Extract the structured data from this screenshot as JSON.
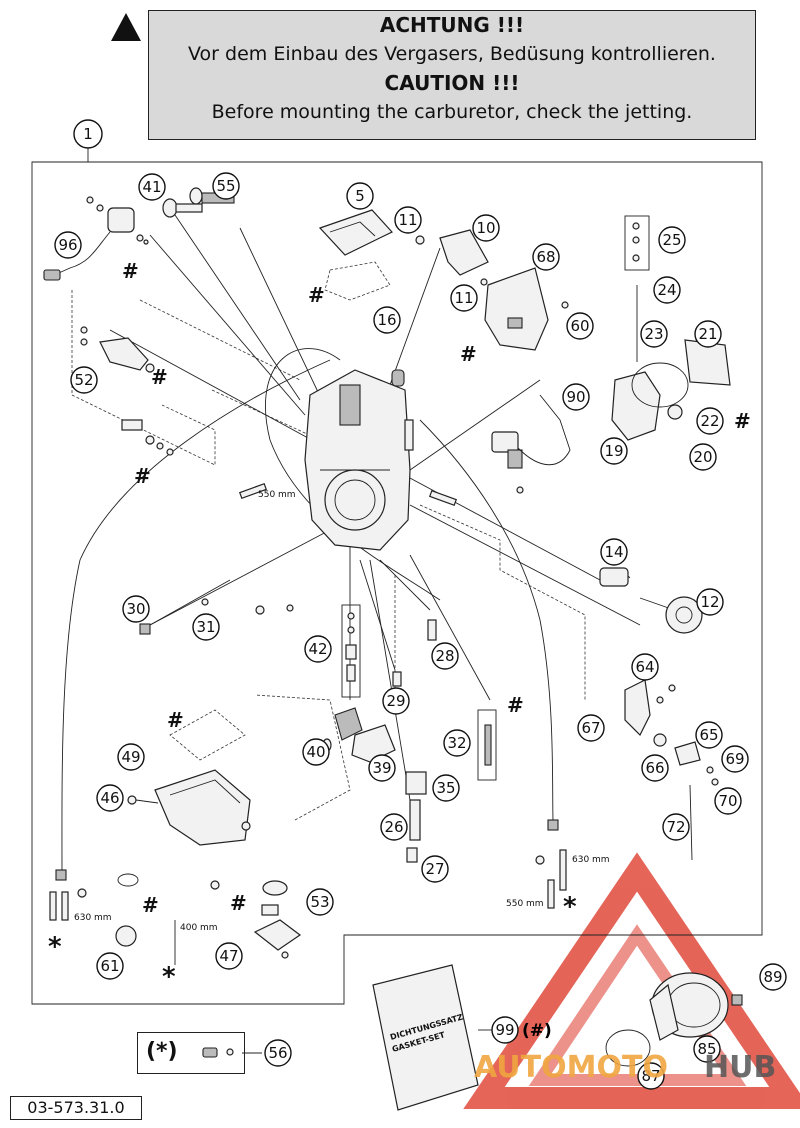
{
  "caution": {
    "de_head": "ACHTUNG !!!",
    "de_text": "Vor dem Einbau des Vergasers, Bedüsung kontrollieren.",
    "en_head": "CAUTION !!!",
    "en_text": "Before mounting the carburetor, check the jetting."
  },
  "assembly_number": "1",
  "callouts": [
    "41",
    "55",
    "5",
    "11",
    "10",
    "96",
    "68",
    "11",
    "60",
    "25",
    "24",
    "16",
    "23",
    "21",
    "52",
    "90",
    "22",
    "19",
    "20",
    "14",
    "12",
    "30",
    "31",
    "42",
    "28",
    "64",
    "29",
    "67",
    "65",
    "32",
    "40",
    "69",
    "49",
    "39",
    "66",
    "46",
    "35",
    "70",
    "26",
    "72",
    "27",
    "53",
    "61",
    "47",
    "89",
    "99",
    "85",
    "87",
    "56"
  ],
  "symbols": {
    "hash": "#",
    "star": "*"
  },
  "dimensions": {
    "d550a": "550 mm",
    "d630a": "630 mm",
    "d400": "400 mm",
    "d630b": "630 mm",
    "d550b": "550 mm"
  },
  "gasket_set": {
    "line1": "DICHTUNGSSATZ",
    "line2": "GASKET-SET",
    "ref": "(#)"
  },
  "legend": {
    "symbol": "(*)"
  },
  "doc_number": "03-573.31.0",
  "watermark": {
    "part1": "AUTOMOTO",
    "part2": "HUB"
  },
  "colors": {
    "caution_bg": "#d9d9d9",
    "watermark_red": "#e04a3c",
    "watermark_orange": "#f0a640"
  }
}
